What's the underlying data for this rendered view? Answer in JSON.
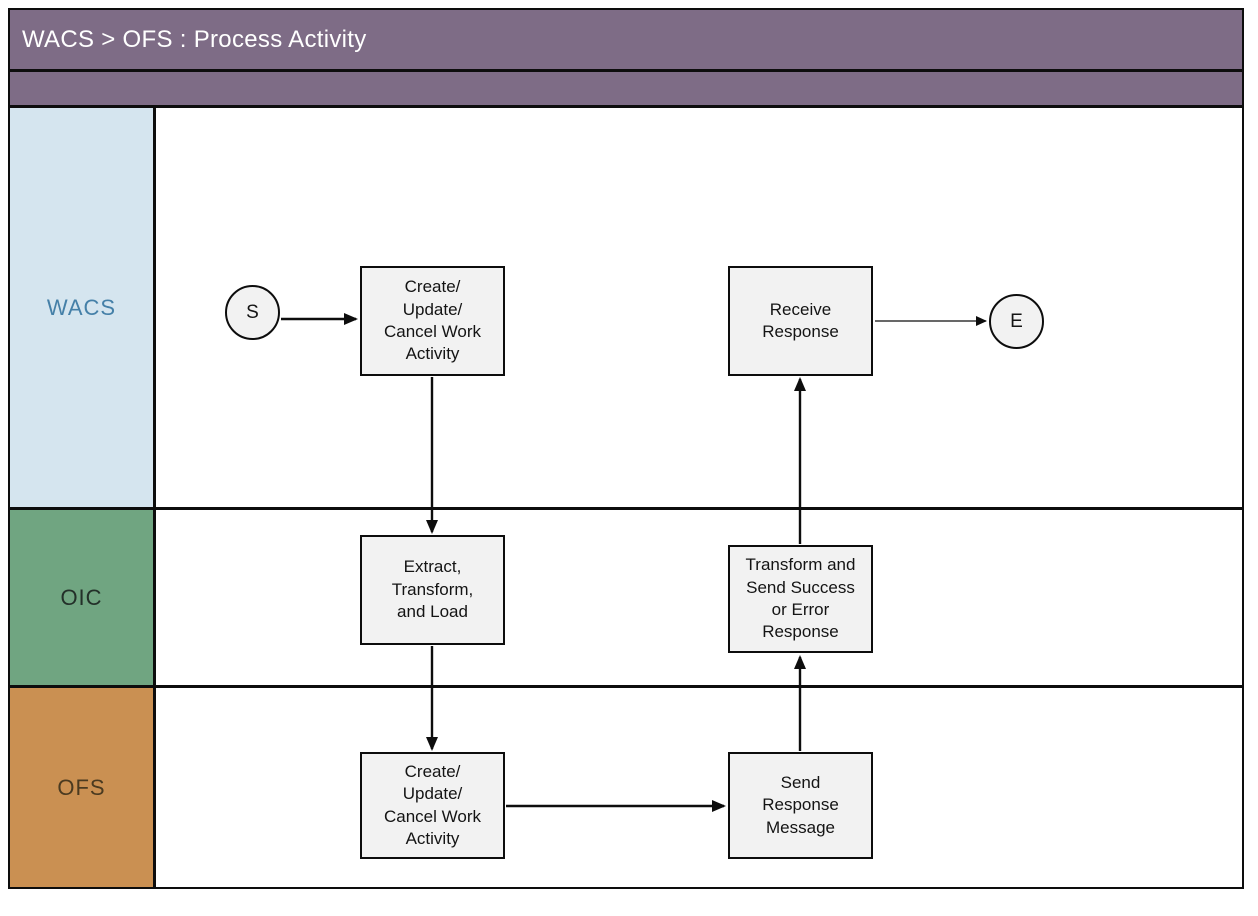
{
  "header": {
    "title": "WACS > OFS : Process Activity"
  },
  "lanes": [
    {
      "id": "wacs",
      "label": "WACS"
    },
    {
      "id": "oic",
      "label": "OIC"
    },
    {
      "id": "ofs",
      "label": "OFS"
    }
  ],
  "nodes": {
    "start": {
      "type": "start-terminator",
      "lane": "WACS",
      "label": "S"
    },
    "wacs_create": {
      "type": "process",
      "lane": "WACS",
      "label": "Create/\nUpdate/\nCancel Work\nActivity"
    },
    "receive_response": {
      "type": "process",
      "lane": "WACS",
      "label": "Receive\nResponse"
    },
    "etl": {
      "type": "process",
      "lane": "OIC",
      "label": "Extract,\nTransform,\nand Load"
    },
    "transform_send": {
      "type": "process",
      "lane": "OIC",
      "label": "Transform and\nSend Success\nor Error\nResponse"
    },
    "ofs_create": {
      "type": "process",
      "lane": "OFS",
      "label": "Create/\nUpdate/\nCancel Work\nActivity"
    },
    "send_response": {
      "type": "process",
      "lane": "OFS",
      "label": "Send\nResponse\nMessage"
    },
    "end": {
      "type": "end-terminator",
      "lane": "WACS",
      "label": "E"
    }
  },
  "edges": [
    {
      "from": "start",
      "to": "wacs_create"
    },
    {
      "from": "wacs_create",
      "to": "etl"
    },
    {
      "from": "etl",
      "to": "ofs_create"
    },
    {
      "from": "ofs_create",
      "to": "send_response"
    },
    {
      "from": "send_response",
      "to": "transform_send"
    },
    {
      "from": "transform_send",
      "to": "receive_response"
    },
    {
      "from": "receive_response",
      "to": "end"
    }
  ],
  "colors": {
    "header_bg": "#7e6c86",
    "header_text": "#ffffff",
    "wacs_lane_bg": "#d5e5ef",
    "wacs_label_text": "#4580a8",
    "oic_lane_bg": "#70a581",
    "oic_label_text": "#233029",
    "ofs_lane_bg": "#ca9052",
    "ofs_label_text": "#4a3a20",
    "node_fill": "#f2f2f2",
    "line_color": "#0d0d0d"
  }
}
